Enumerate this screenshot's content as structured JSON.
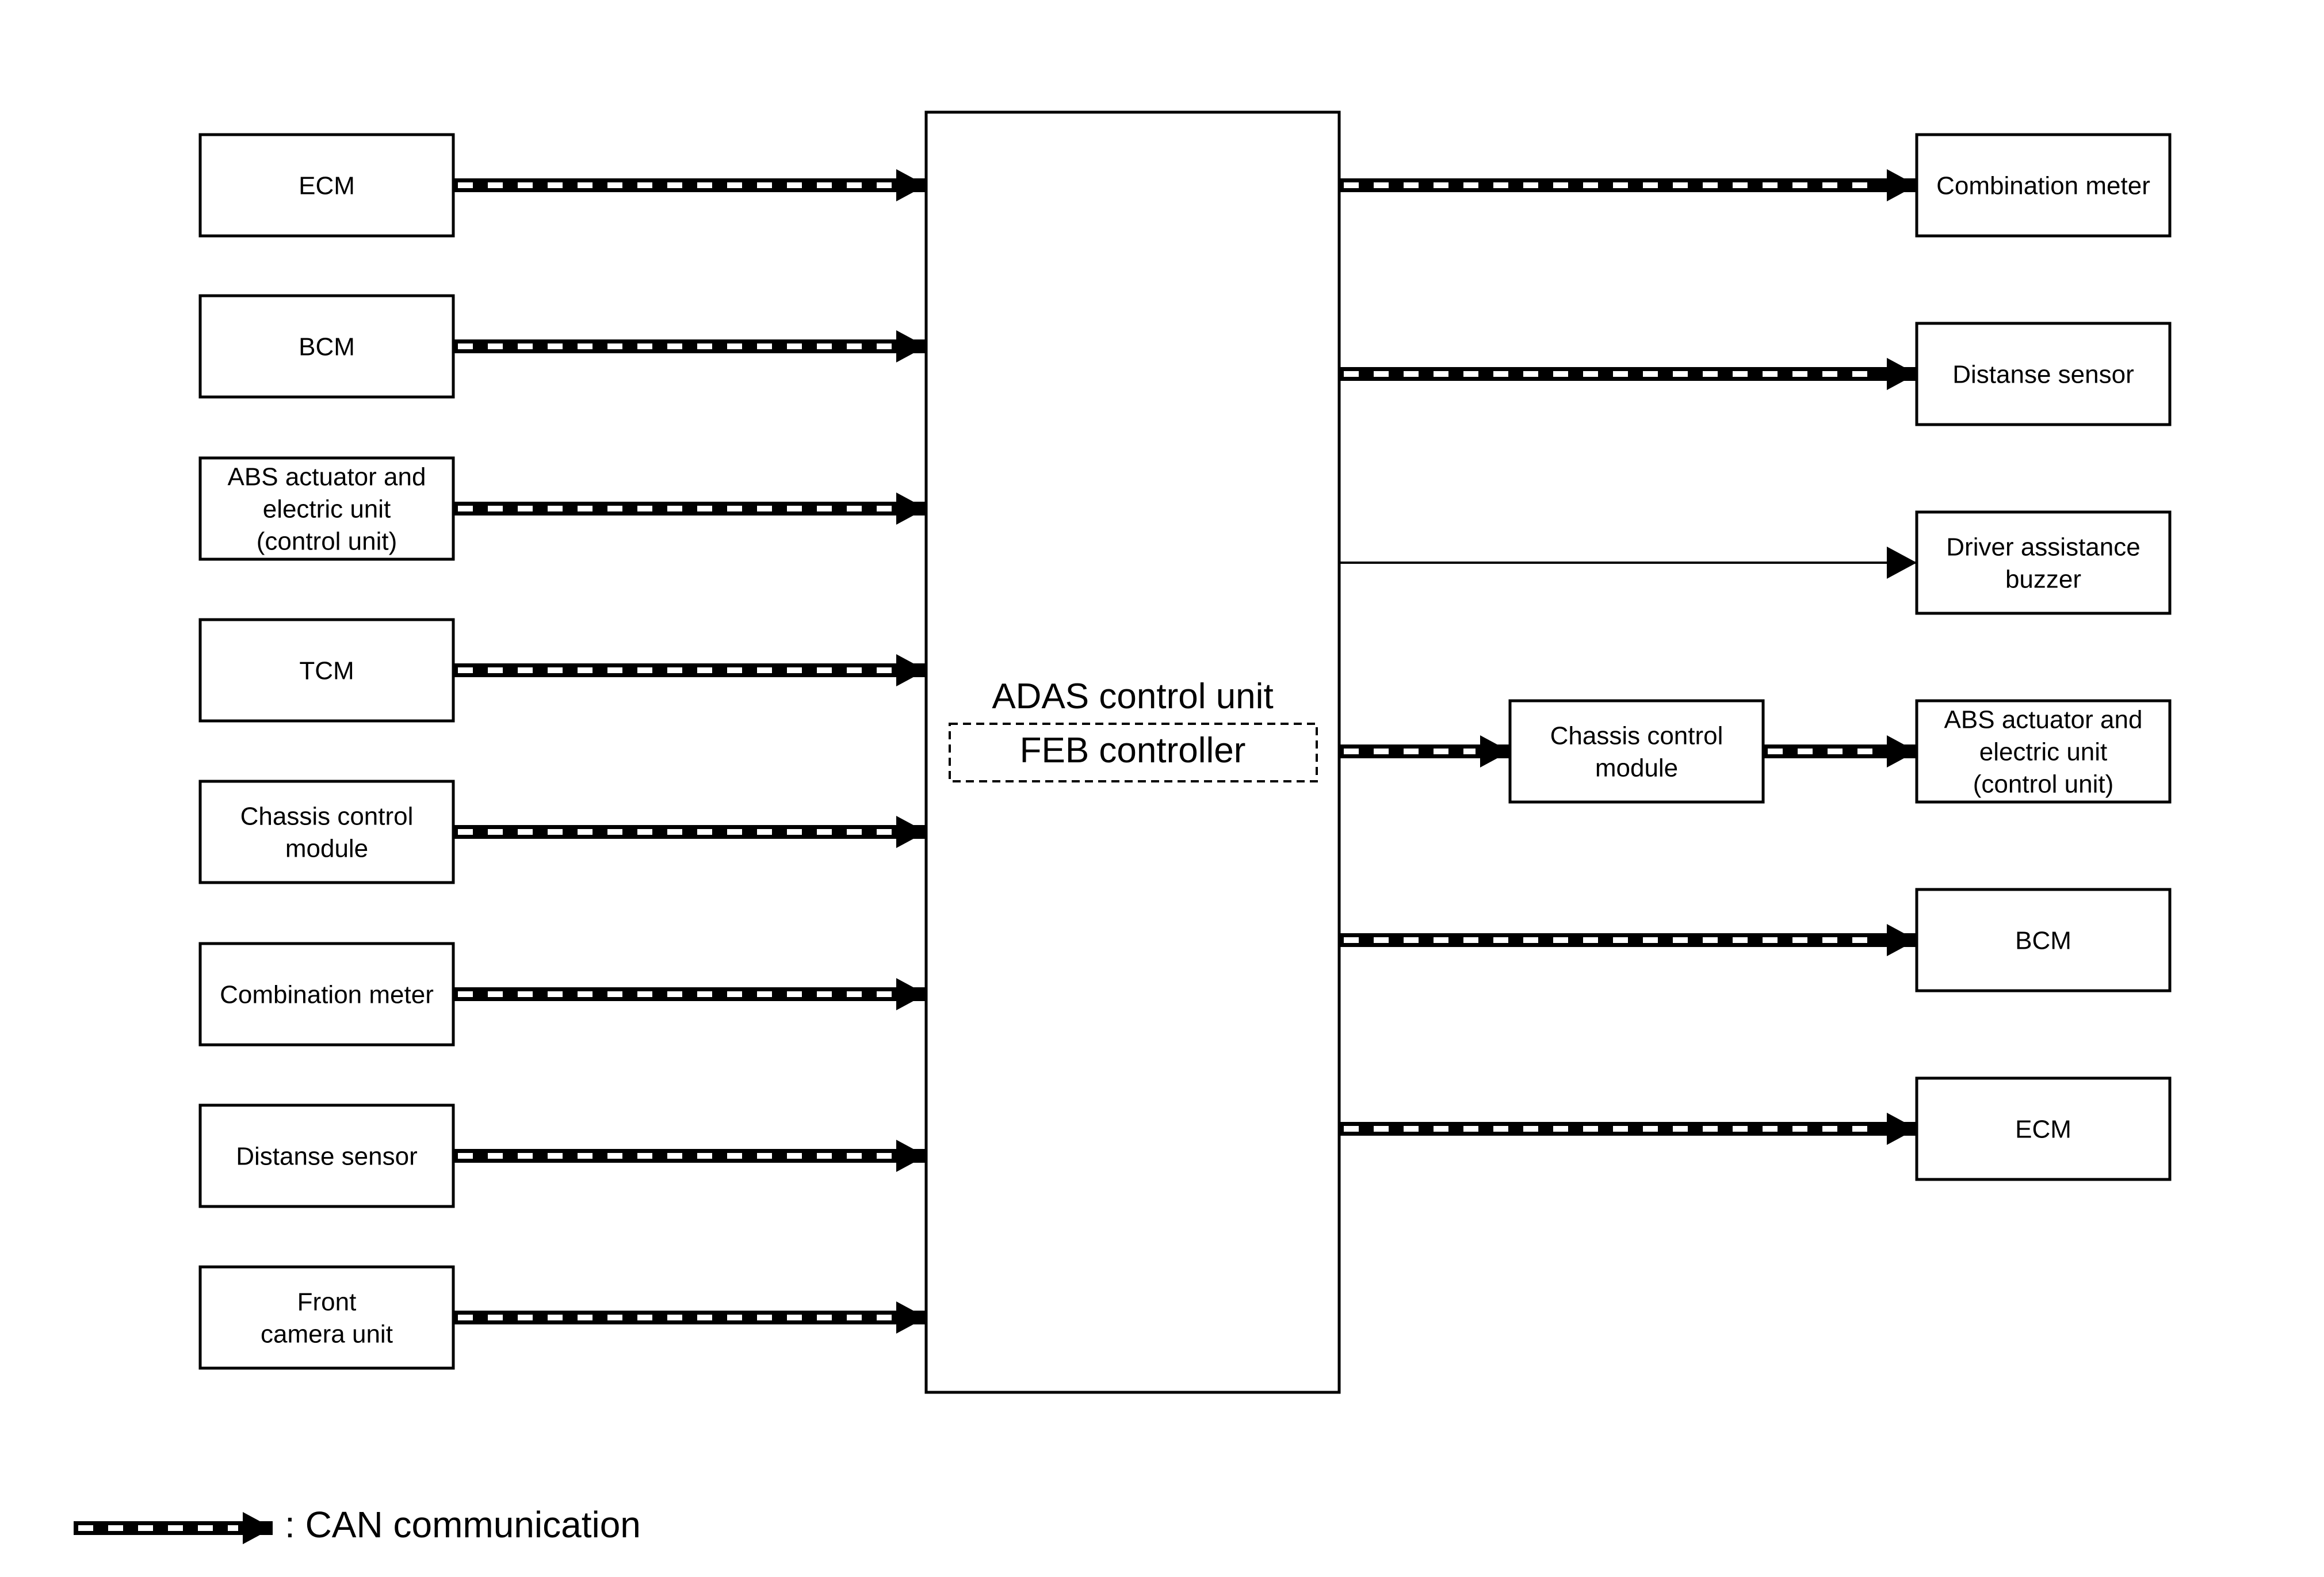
{
  "central": {
    "title": "ADAS control unit",
    "subtitle": "FEB controller"
  },
  "inputs": [
    {
      "lines": [
        "ECM"
      ],
      "link": "can"
    },
    {
      "lines": [
        "BCM"
      ],
      "link": "can"
    },
    {
      "lines": [
        "ABS actuator and",
        "electric unit",
        "(control unit)"
      ],
      "link": "can"
    },
    {
      "lines": [
        "TCM"
      ],
      "link": "can"
    },
    {
      "lines": [
        "Chassis control",
        "module"
      ],
      "link": "can"
    },
    {
      "lines": [
        "Combination meter"
      ],
      "link": "can"
    },
    {
      "lines": [
        "Distanse sensor"
      ],
      "link": "can"
    },
    {
      "lines": [
        "Front",
        "camera unit"
      ],
      "link": "can"
    }
  ],
  "outputs": [
    {
      "lines": [
        "Combination  meter"
      ],
      "link": "can"
    },
    {
      "lines": [
        "Distanse sensor"
      ],
      "link": "can"
    },
    {
      "lines": [
        "Driver assistance",
        "buzzer"
      ],
      "link": "signal"
    },
    {
      "lines": [
        "ABS actuator and",
        "electric unit",
        "(control unit)"
      ],
      "link": "can",
      "via": {
        "lines": [
          "Chassis control",
          "module"
        ]
      }
    },
    {
      "lines": [
        "BCM"
      ],
      "link": "can"
    },
    {
      "lines": [
        "ECM"
      ],
      "link": "can"
    }
  ],
  "legend": {
    "label": ": CAN communication",
    "link": "can"
  }
}
